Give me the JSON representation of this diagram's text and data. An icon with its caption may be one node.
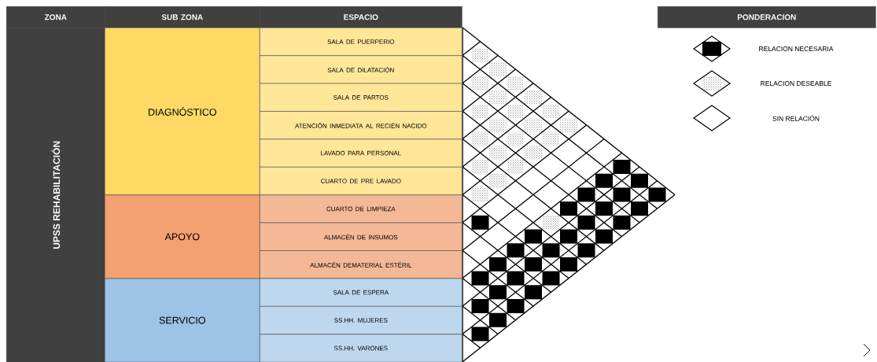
{
  "diagram": {
    "nodes": [
      {
        "text": [
          "ZONA"
        ]
      },
      {
        "text": [
          "SUB ZONA"
        ]
      },
      {
        "text": [
          "ESPACIO"
        ]
      },
      {
        "text": [
          "UPSS REHABILITACIÓN"
        ]
      },
      {
        "text": [
          "DIAGNÓSTICO"
        ]
      },
      {
        "text": [
          "APOYO"
        ]
      },
      {
        "text": [
          "SERVICIO"
        ]
      },
      {
        "text": [
          "SALA DE PUERPERIO"
        ]
      },
      {
        "text": [
          "SALA DE DILATACIÓN"
        ]
      },
      {
        "text": [
          "SALA DE PARTOS"
        ]
      },
      {
        "text": [
          "ATENCIÓN INMEDIATA AL RECIÉN NACIDO"
        ]
      },
      {
        "text": [
          "LAVADO PARA PERSONAL"
        ]
      },
      {
        "text": [
          "CUARTO DE PRE LAVADO"
        ]
      },
      {
        "text": [
          "CUARTO DE LIMPIEZA"
        ]
      },
      {
        "text": [
          "ALMACÉN DE INSUMOS"
        ]
      },
      {
        "text": [
          "ALMACÉN DEMATERIAL ESTÉRIL"
        ]
      },
      {
        "text": [
          "SALA DE ESPERA"
        ]
      },
      {
        "text": [
          "SS.HH. MUJERES"
        ]
      },
      {
        "text": [
          "SS.HH.  VARONES"
        ]
      },
      {
        "text": [
          "PONDERACION"
        ]
      }
    ],
    "legend": [
      {
        "text": "RELACION NECESARIA"
      },
      {
        "text": "RELACION DESEABLE"
      },
      {
        "text": "SIN RELACIÓN"
      }
    ]
  }
}
